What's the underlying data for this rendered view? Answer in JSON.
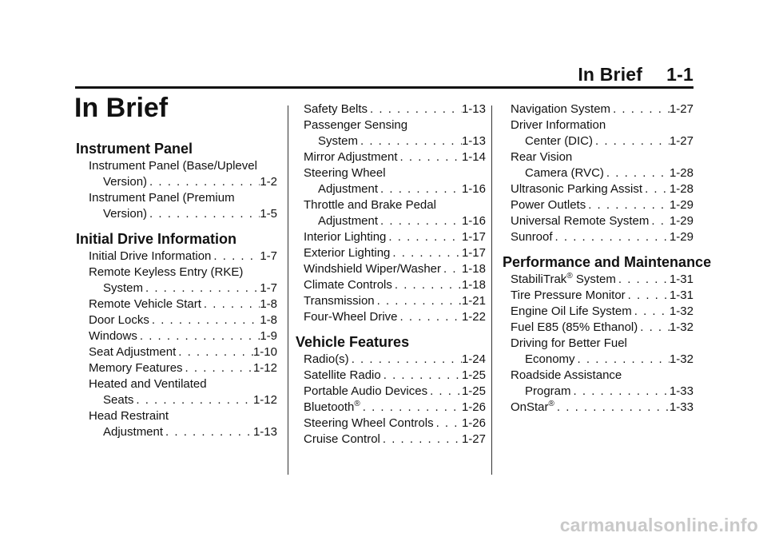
{
  "header": {
    "section": "In Brief",
    "page": "1-1"
  },
  "title": "In Brief",
  "col1": {
    "instrument_panel": {
      "heading": "Instrument Panel",
      "e0": {
        "l1": "Instrument Panel (Base/Uplevel",
        "l2": "Version)",
        "page": "1-2"
      },
      "e1": {
        "l1": "Instrument Panel (Premium",
        "l2": "Version)",
        "page": "1-5"
      }
    },
    "initial_drive": {
      "heading": "Initial Drive Information",
      "e0": {
        "l1": "Initial Drive Information",
        "page": "1-7"
      },
      "e1": {
        "l1": "Remote Keyless Entry (RKE)",
        "l2": "System",
        "page": "1-7"
      },
      "e2": {
        "l1": "Remote Vehicle Start",
        "page": "1-8"
      },
      "e3": {
        "l1": "Door Locks",
        "page": "1-8"
      },
      "e4": {
        "l1": "Windows",
        "page": "1-9"
      },
      "e5": {
        "l1": "Seat Adjustment",
        "page": "1-10"
      },
      "e6": {
        "l1": "Memory Features",
        "page": "1-12"
      },
      "e7": {
        "l1": "Heated and Ventilated",
        "l2": "Seats",
        "page": "1-12"
      },
      "e8": {
        "l1": "Head Restraint",
        "l2": "Adjustment",
        "page": "1-13"
      }
    }
  },
  "col2": {
    "e0": {
      "l1": "Safety Belts",
      "page": "1-13"
    },
    "e1": {
      "l1": "Passenger Sensing",
      "l2": "System",
      "page": "1-13"
    },
    "e2": {
      "l1": "Mirror Adjustment",
      "page": "1-14"
    },
    "e3": {
      "l1": "Steering Wheel",
      "l2": "Adjustment",
      "page": "1-16"
    },
    "e4": {
      "l1": "Throttle and Brake Pedal",
      "l2": "Adjustment",
      "page": "1-16"
    },
    "e5": {
      "l1": "Interior Lighting",
      "page": "1-17"
    },
    "e6": {
      "l1": "Exterior Lighting",
      "page": "1-17"
    },
    "e7": {
      "l1": "Windshield Wiper/Washer",
      "page": "1-18"
    },
    "e8": {
      "l1": "Climate Controls",
      "page": "1-18"
    },
    "e9": {
      "l1": "Transmission",
      "page": "1-21"
    },
    "e10": {
      "l1": "Four-Wheel Drive",
      "page": "1-22"
    },
    "vehicle_features": {
      "heading": "Vehicle Features",
      "e0": {
        "l1": "Radio(s)",
        "page": "1-24"
      },
      "e1": {
        "l1": "Satellite Radio",
        "page": "1-25"
      },
      "e2": {
        "l1": "Portable Audio Devices",
        "page": "1-25"
      },
      "e3": {
        "l1": "Bluetooth",
        "page": "1-26"
      },
      "e4": {
        "l1": "Steering Wheel Controls",
        "page": "1-26"
      },
      "e5": {
        "l1": "Cruise Control",
        "page": "1-27"
      }
    }
  },
  "col3": {
    "e0": {
      "l1": "Navigation System",
      "page": "1-27"
    },
    "e1": {
      "l1": "Driver Information",
      "l2": "Center (DIC)",
      "page": "1-27"
    },
    "e2": {
      "l1": "Rear Vision",
      "l2": "Camera (RVC)",
      "page": "1-28"
    },
    "e3": {
      "l1": "Ultrasonic Parking Assist",
      "page": "1-28"
    },
    "e4": {
      "l1": "Power Outlets",
      "page": "1-29"
    },
    "e5": {
      "l1": "Universal Remote System",
      "page": "1-29"
    },
    "e6": {
      "l1": "Sunroof",
      "page": "1-29"
    },
    "performance": {
      "heading": "Performance and Maintenance",
      "e0": {
        "l1": "StabiliTrak",
        "l1b": "System",
        "page": "1-31"
      },
      "e1": {
        "l1": "Tire Pressure Monitor",
        "page": "1-31"
      },
      "e2": {
        "l1": "Engine Oil Life System",
        "page": "1-32"
      },
      "e3": {
        "l1": "Fuel E85 (85% Ethanol)",
        "page": "1-32"
      },
      "e4": {
        "l1": "Driving for Better Fuel",
        "l2": "Economy",
        "page": "1-32"
      },
      "e5": {
        "l1": "Roadside Assistance",
        "l2": "Program",
        "page": "1-33"
      },
      "e6": {
        "l1": "OnStar",
        "page": "1-33"
      }
    }
  },
  "watermark": "carmanualsonline.info"
}
